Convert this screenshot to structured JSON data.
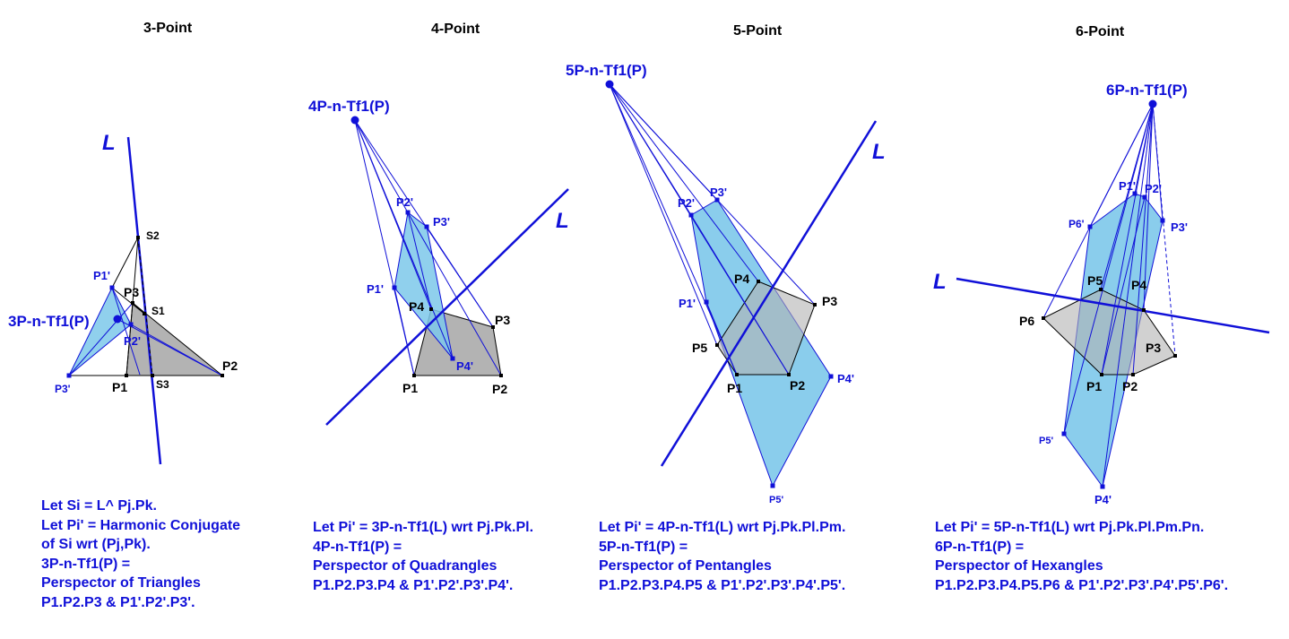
{
  "panels": [
    {
      "title": "3-Point",
      "perspector_label": "3P-n-Tf1(P)",
      "line_label": "L",
      "base_labels": [
        "P1",
        "P2",
        "P3"
      ],
      "image_labels": [
        "P1'",
        "P2'",
        "P3'"
      ],
      "extra_labels": [
        "S1",
        "S2",
        "S3"
      ],
      "description": [
        "Let Si  = L^ Pj.Pk.",
        "Let Pi' = Harmonic Conjugate",
        "of Si wrt (Pj,Pk).",
        "3P-n-Tf1(P) =",
        "Perspector of Triangles",
        "P1.P2.P3 & P1'.P2'.P3'."
      ]
    },
    {
      "title": "4-Point",
      "perspector_label": "4P-n-Tf1(P)",
      "line_label": "L",
      "base_labels": [
        "P1",
        "P2",
        "P3",
        "P4"
      ],
      "image_labels": [
        "P1'",
        "P2'",
        "P3'",
        "P4'"
      ],
      "description": [
        "Let Pi' = 3P-n-Tf1(L) wrt Pj.Pk.Pl.",
        "4P-n-Tf1(P) =",
        "Perspector of Quadrangles",
        "P1.P2.P3.P4 & P1'.P2'.P3'.P4'."
      ]
    },
    {
      "title": "5-Point",
      "perspector_label": "5P-n-Tf1(P)",
      "line_label": "L",
      "base_labels": [
        "P1",
        "P2",
        "P3",
        "P4",
        "P5"
      ],
      "image_labels": [
        "P1'",
        "P2'",
        "P3'",
        "P4'",
        "P5'"
      ],
      "description": [
        "Let Pi' = 4P-n-Tf1(L) wrt Pj.Pk.Pl.Pm.",
        "5P-n-Tf1(P) =",
        "Perspector of Pentangles",
        "P1.P2.P3.P4.P5 & P1'.P2'.P3'.P4'.P5'."
      ]
    },
    {
      "title": "6-Point",
      "perspector_label": "6P-n-Tf1(P)",
      "line_label": "L",
      "base_labels": [
        "P1",
        "P2",
        "P3",
        "P4",
        "P5",
        "P6"
      ],
      "image_labels": [
        "P1'",
        "P2'",
        "P3'",
        "P4'",
        "P5'",
        "P6'"
      ],
      "description": [
        "Let Pi' = 5P-n-Tf1(L) wrt Pj.Pk.Pl.Pm.Pn.",
        "6P-n-Tf1(P) =",
        "Perspector of Hexangles",
        "P1.P2.P3.P4.P5.P6 & P1'.P2'.P3'.P4'.P5'.P6'."
      ]
    }
  ],
  "colors": {
    "image_fill": "#7dc8ea",
    "base_fill": "#b3b3b3",
    "line_color": "#1010d8",
    "label_color": "#1010d8",
    "base_label_color": "#000000"
  }
}
